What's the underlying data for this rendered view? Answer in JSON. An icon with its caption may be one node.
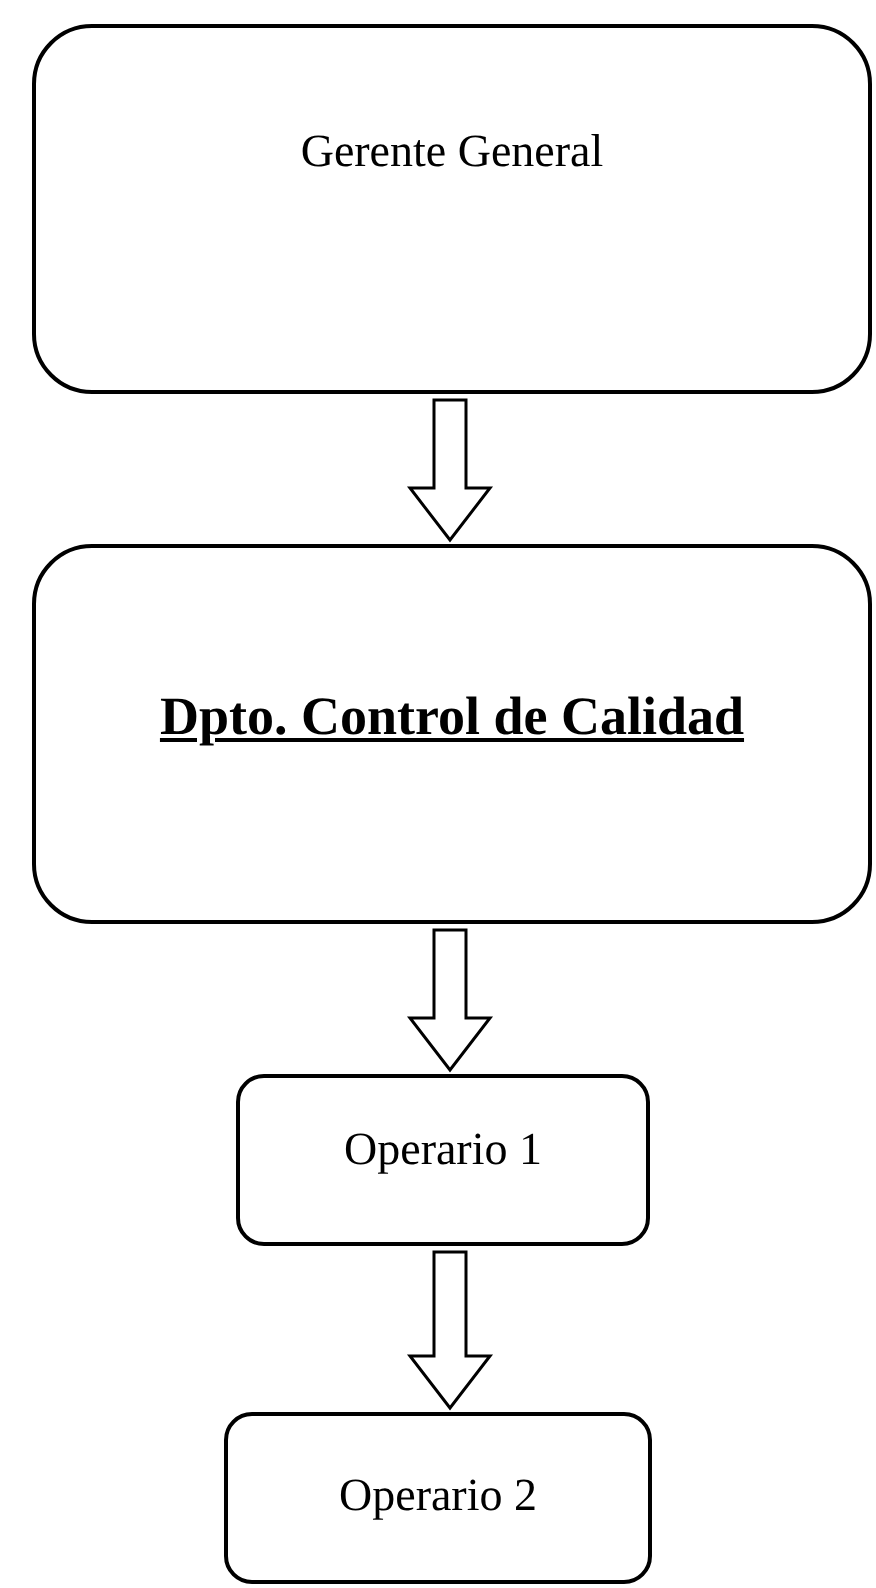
{
  "diagram": {
    "nodes": [
      {
        "text": [
          "Gerente General"
        ]
      },
      {
        "text": [
          "Dpto. Control de Calidad"
        ]
      },
      {
        "text": [
          "Operario 1"
        ]
      },
      {
        "text": [
          "Operario 2"
        ]
      }
    ],
    "edges": [
      {
        "from": 0,
        "to": 1,
        "arrow": "to"
      },
      {
        "from": 1,
        "to": 2,
        "arrow": "to"
      },
      {
        "from": 2,
        "to": 3,
        "arrow": "to"
      }
    ]
  }
}
